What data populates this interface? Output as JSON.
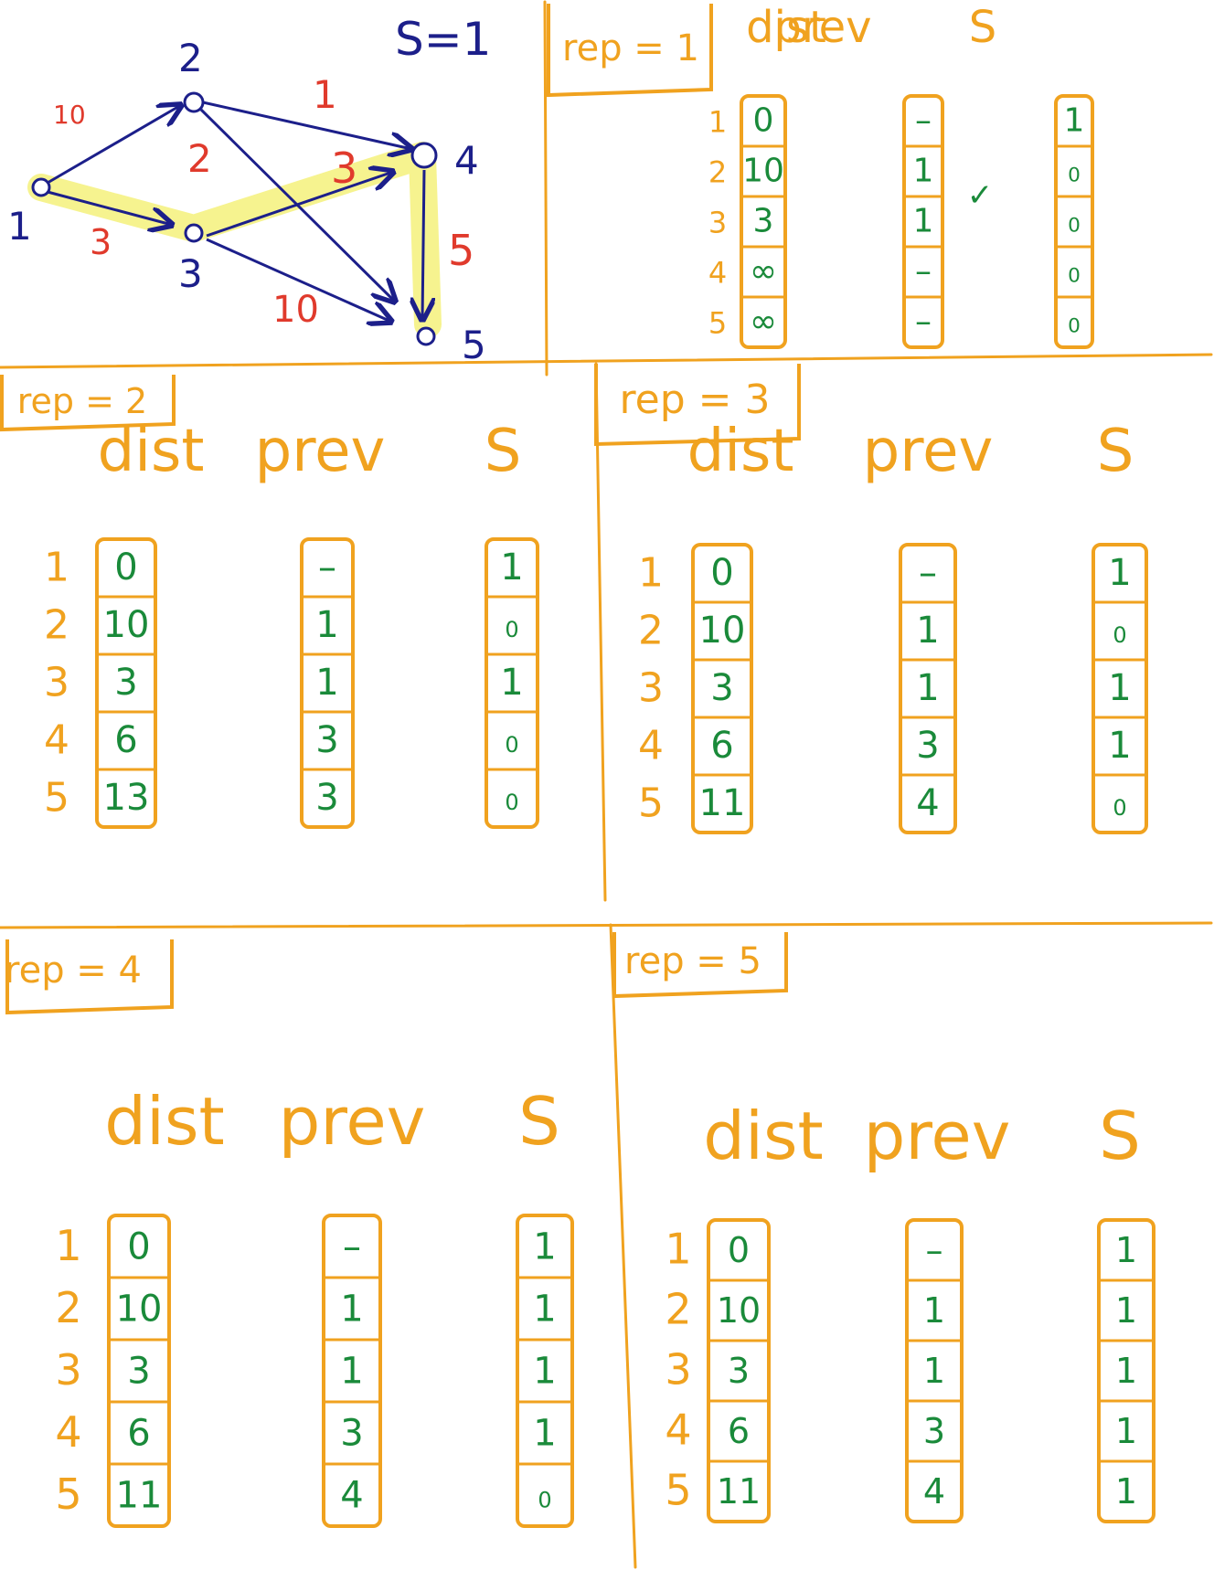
{
  "graph": {
    "source_label": "S=1",
    "nodes": [
      {
        "id": "1",
        "label": "1"
      },
      {
        "id": "2",
        "label": "2"
      },
      {
        "id": "3",
        "label": "3"
      },
      {
        "id": "4",
        "label": "4"
      },
      {
        "id": "5",
        "label": "5"
      }
    ],
    "edges": [
      {
        "from": "1",
        "to": "2",
        "weight": "10",
        "highlighted": false
      },
      {
        "from": "1",
        "to": "3",
        "weight": "3",
        "highlighted": true
      },
      {
        "from": "2",
        "to": "4",
        "weight": "1",
        "highlighted": false
      },
      {
        "from": "2",
        "to": "5",
        "weight": "2",
        "highlighted": false
      },
      {
        "from": "3",
        "to": "4",
        "weight": "3",
        "highlighted": true
      },
      {
        "from": "3",
        "to": "5",
        "weight": "10",
        "highlighted": false
      },
      {
        "from": "4",
        "to": "5",
        "weight": "5",
        "highlighted": true
      }
    ]
  },
  "headers": {
    "dist": "dist",
    "prev": "prev",
    "s": "S"
  },
  "row_labels": [
    "1",
    "2",
    "3",
    "4",
    "5"
  ],
  "panels": [
    {
      "rep": "rep = 1",
      "dist": [
        "0",
        "10",
        "3",
        "∞",
        "∞"
      ],
      "prev": [
        "–",
        "1",
        "1",
        "–",
        "–"
      ],
      "s": [
        "1",
        "0",
        "0",
        "0",
        "0"
      ],
      "note": "✓"
    },
    {
      "rep": "rep = 2",
      "dist": [
        "0",
        "10",
        "3",
        "6",
        "13"
      ],
      "prev": [
        "–",
        "1",
        "1",
        "3",
        "3"
      ],
      "s": [
        "1",
        "0",
        "1",
        "0",
        "0"
      ]
    },
    {
      "rep": "rep = 3",
      "dist": [
        "0",
        "10",
        "3",
        "6",
        "11"
      ],
      "prev": [
        "–",
        "1",
        "1",
        "3",
        "4"
      ],
      "s": [
        "1",
        "0",
        "1",
        "1",
        "0"
      ]
    },
    {
      "rep": "rep = 4",
      "dist": [
        "0",
        "10",
        "3",
        "6",
        "11"
      ],
      "prev": [
        "–",
        "1",
        "1",
        "3",
        "4"
      ],
      "s": [
        "1",
        "1",
        "1",
        "1",
        "0"
      ]
    },
    {
      "rep": "rep = 5",
      "dist": [
        "0",
        "10",
        "3",
        "6",
        "11"
      ],
      "prev": [
        "–",
        "1",
        "1",
        "3",
        "4"
      ],
      "s": [
        "1",
        "1",
        "1",
        "1",
        "1"
      ]
    }
  ],
  "colors": {
    "frame": "#f0a21f",
    "ink_value": "#1a8a3a",
    "graph_ink": "#1c1f8a",
    "weight_ink": "#e03a2c",
    "highlight": "#f3ef6a"
  }
}
